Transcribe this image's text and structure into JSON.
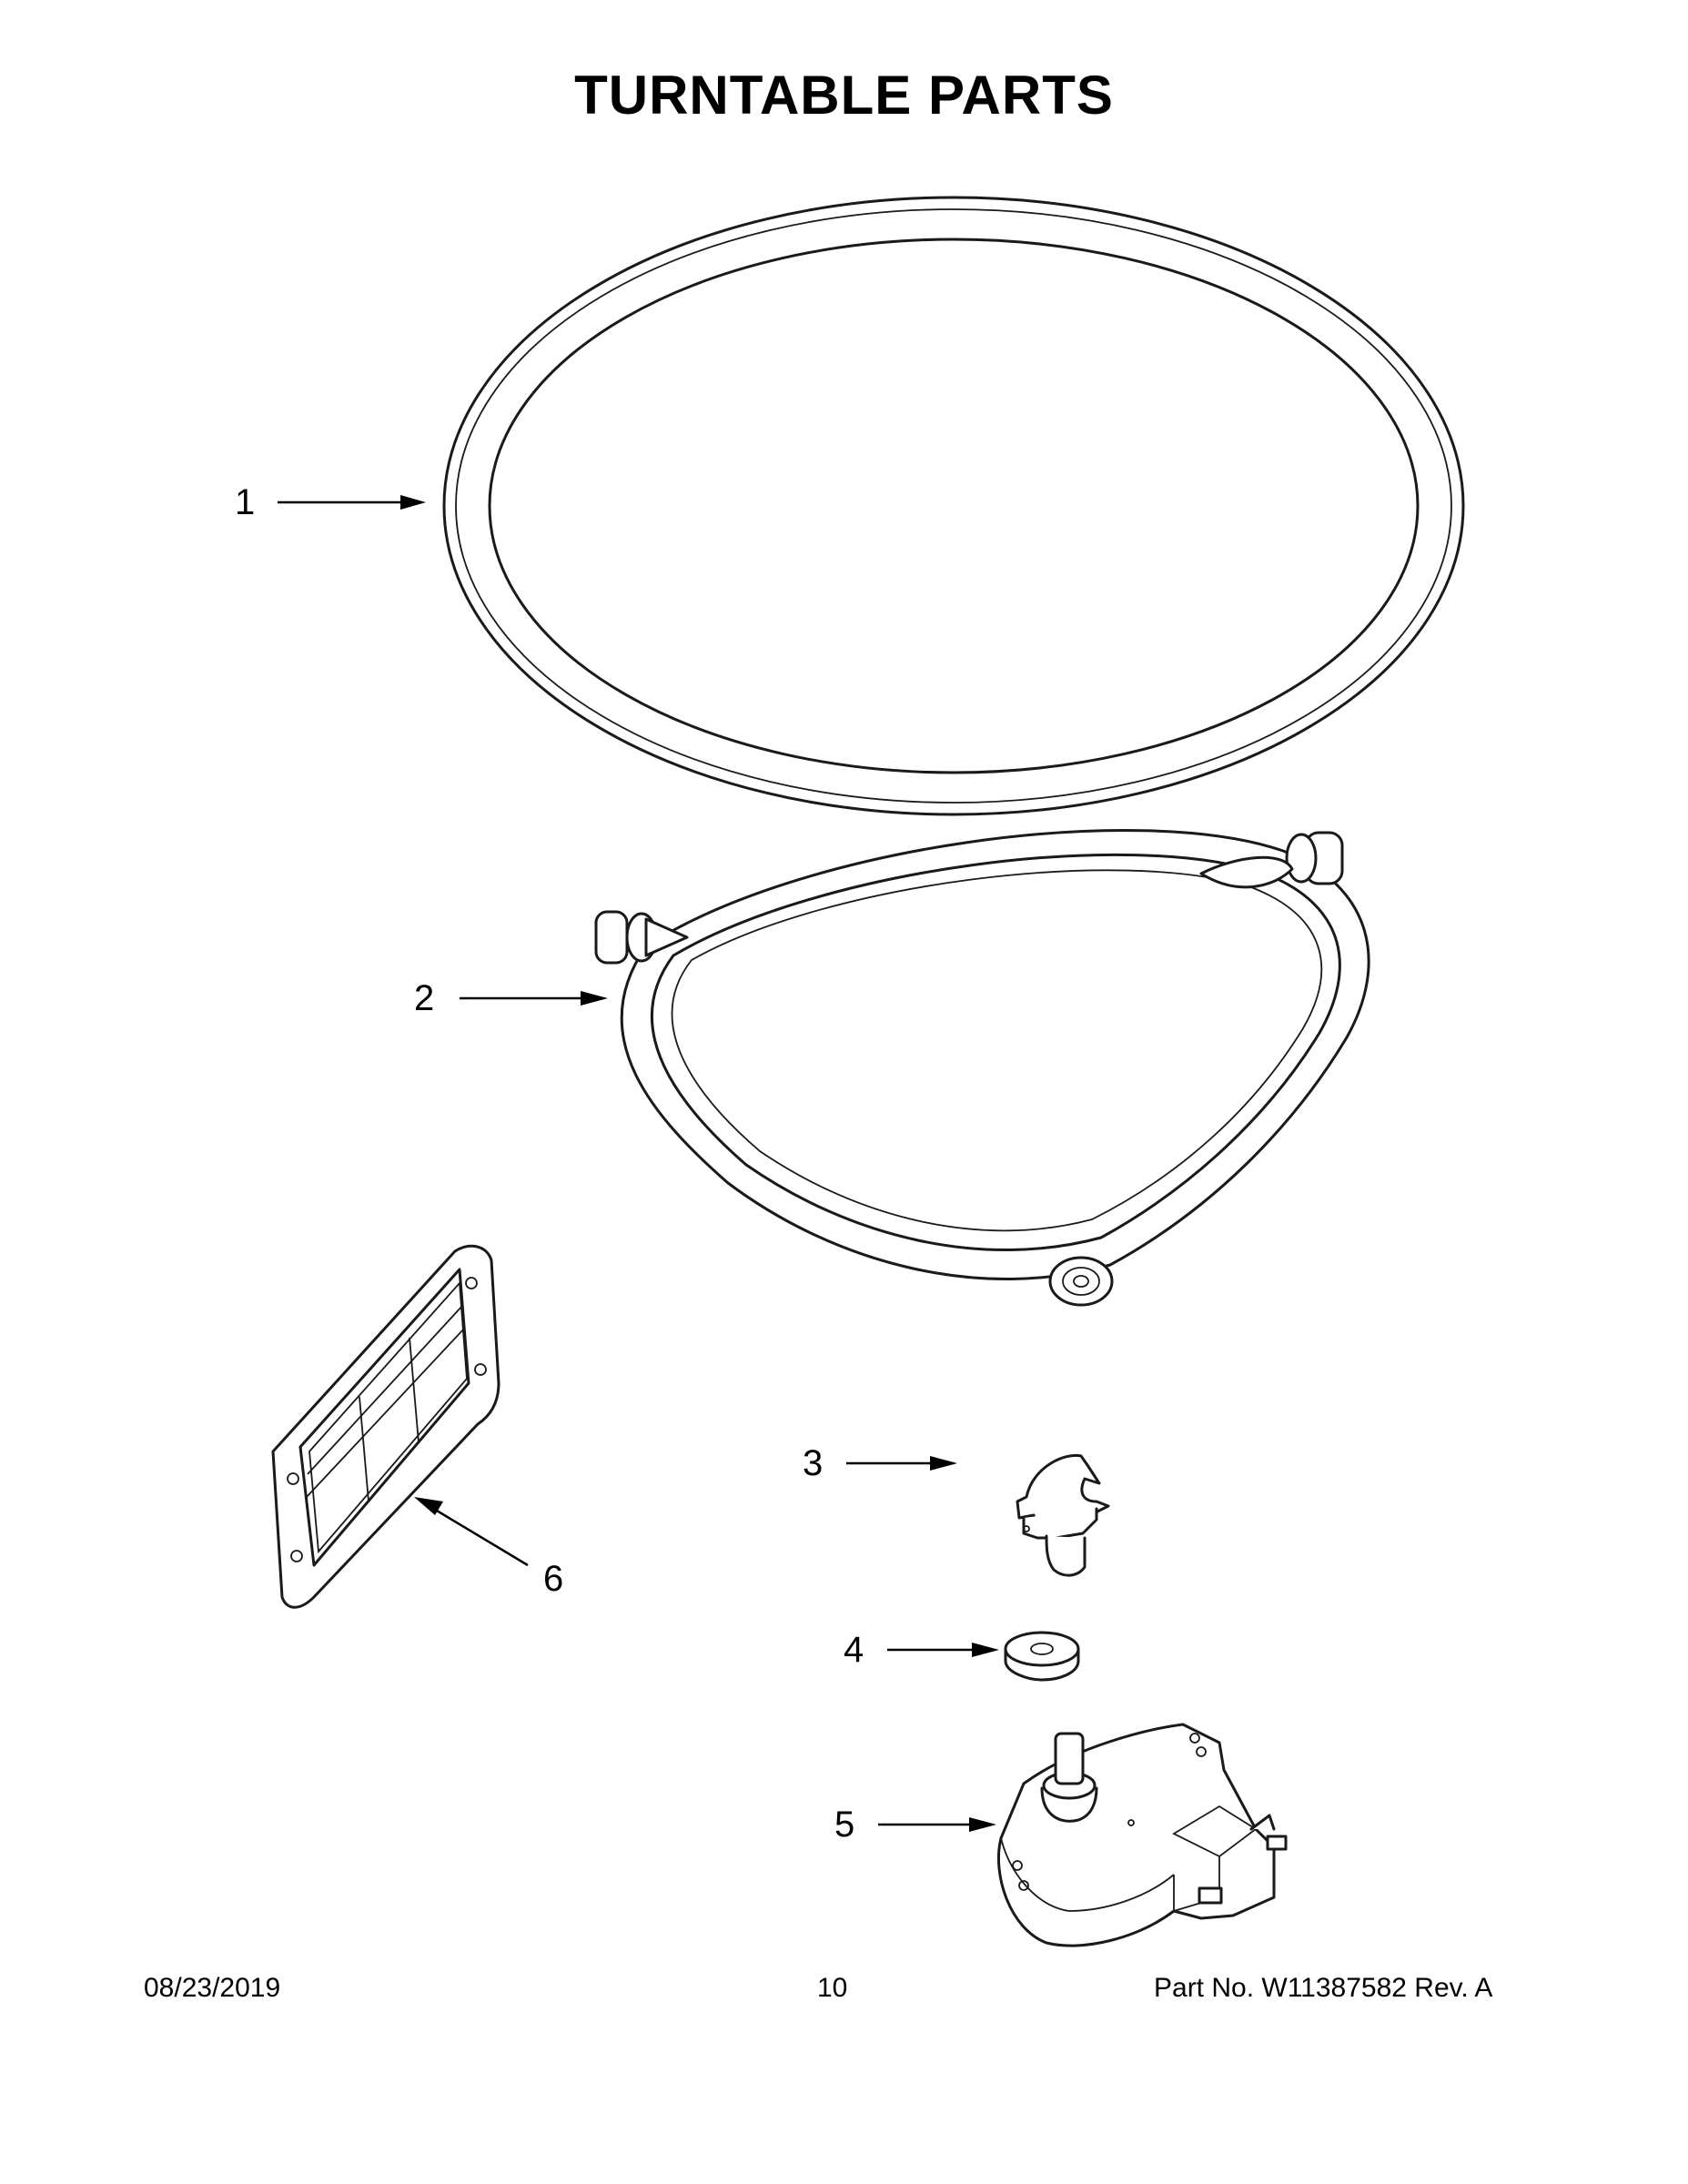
{
  "page": {
    "title": "TURNTABLE PARTS"
  },
  "callouts": [
    {
      "number": "1",
      "part": "glass turntable tray"
    },
    {
      "number": "2",
      "part": "turntable support ring with rollers"
    },
    {
      "number": "3",
      "part": "turntable coupler"
    },
    {
      "number": "4",
      "part": "washer"
    },
    {
      "number": "5",
      "part": "turntable motor"
    },
    {
      "number": "6",
      "part": "filter"
    }
  ],
  "footer": {
    "date": "08/23/2019",
    "page_number": "10",
    "part_no": "Part No.  W11387582  Rev.  A"
  }
}
